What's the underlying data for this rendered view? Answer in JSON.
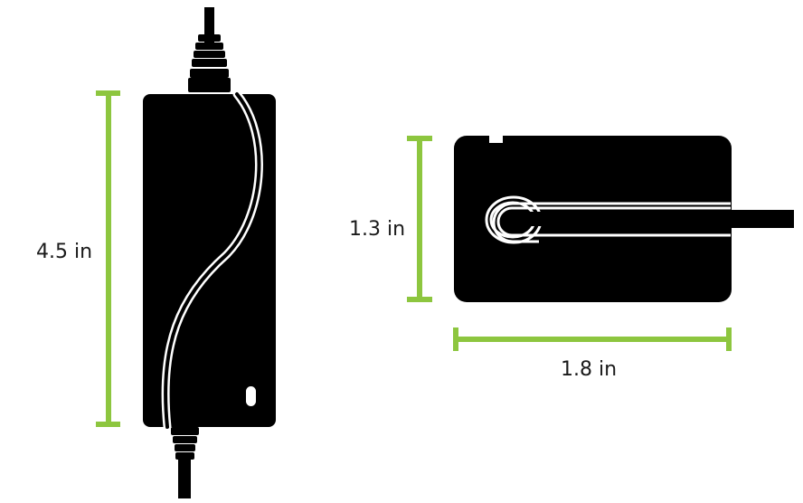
{
  "colors": {
    "dimension_line": "#8dc63f",
    "device": "#000000",
    "cable_outline": "#ffffff",
    "label_text": "#1a1a1a",
    "background": "#ffffff"
  },
  "side_view": {
    "height_label": "4.5 in"
  },
  "end_view": {
    "height_label": "1.3 in",
    "width_label": "1.8 in"
  }
}
